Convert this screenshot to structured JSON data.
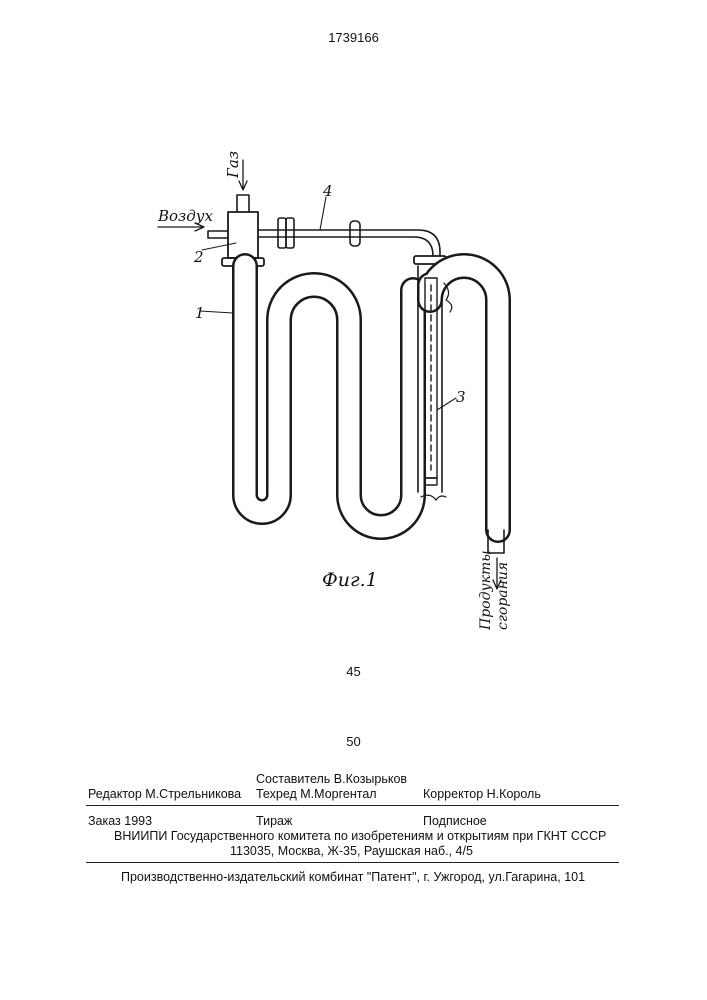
{
  "header": {
    "patent_number": "1739166"
  },
  "figure": {
    "caption": "Фиг.1",
    "labels": {
      "gas": "Газ",
      "air": "Воздух",
      "products_line1": "Продукты",
      "products_line2": "сгорания",
      "part1": "1",
      "part2": "2",
      "part3": "3",
      "part4": "4"
    }
  },
  "line_numbers": {
    "n45": "45",
    "n50": "50"
  },
  "imprint": {
    "composer": "Составитель  В.Козырьков",
    "editor": "Редактор  М.Стрельникова",
    "techred": "Техред М.Моргентал",
    "corrector": "Корректор  Н.Король",
    "order": "Заказ  1993",
    "circulation": "Тираж",
    "subscription": "Подписное",
    "org_line": "ВНИИПИ Государственного комитета по изобретениям и открытиям при ГКНТ СССР",
    "address_line": "113035, Москва, Ж-35, Раушская наб., 4/5",
    "publisher_line": "Производственно-издательский комбинат \"Патент\", г. Ужгород, ул.Гагарина, 101"
  }
}
